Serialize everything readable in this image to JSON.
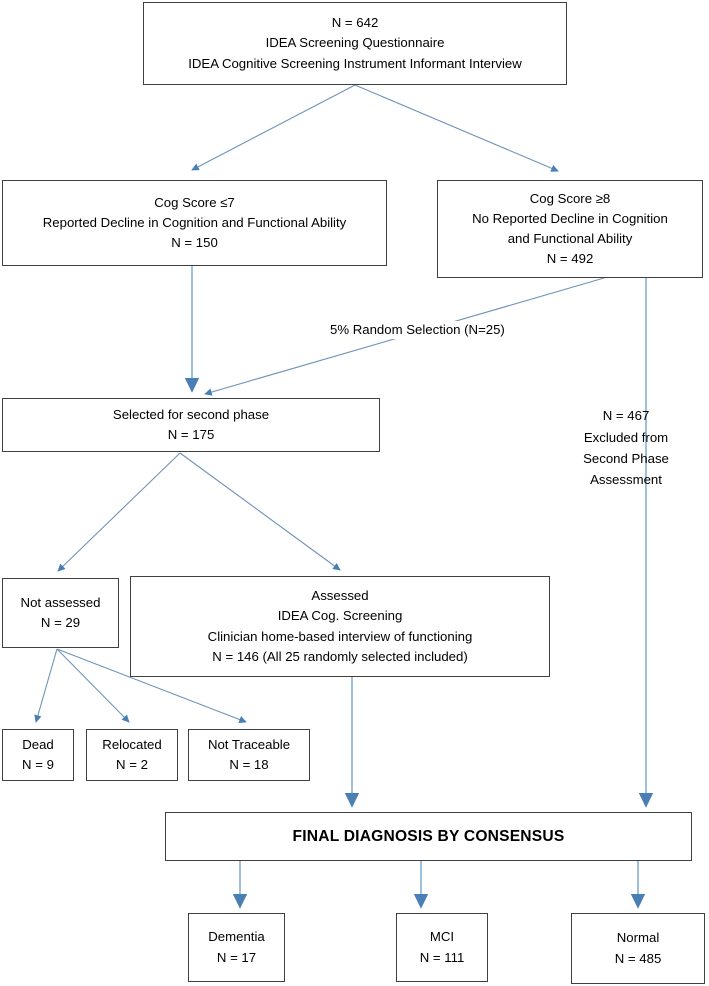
{
  "diagram": {
    "title": "IDEA two-phase dementia screening flow",
    "arrow_color": "#5b8fc7",
    "box_border_color": "#404040",
    "nodes": {
      "top": {
        "lines": [
          "N = 642",
          "IDEA Screening Questionnaire",
          "IDEA Cognitive Screening Instrument Informant Interview"
        ]
      },
      "cog_low": {
        "lines": [
          "Cog Score ≤7",
          "Reported Decline in Cognition and Functional Ability",
          "N = 150"
        ]
      },
      "cog_high": {
        "lines": [
          "Cog Score ≥8",
          "No Reported Decline in Cognition",
          "and Functional Ability",
          "N = 492"
        ]
      },
      "selected": {
        "lines": [
          "Selected for second phase",
          "N = 175"
        ]
      },
      "excluded": {
        "lines": [
          "N = 467",
          "Excluded from",
          "Second Phase",
          "Assessment"
        ]
      },
      "not_assessed": {
        "lines": [
          "Not assessed",
          "N = 29"
        ]
      },
      "assessed": {
        "lines": [
          "Assessed",
          "IDEA Cog. Screening",
          "Clinician home-based interview of functioning",
          "N = 146 (All 25 randomly selected included)"
        ]
      },
      "dead": {
        "lines": [
          "Dead",
          "N = 9"
        ]
      },
      "relocated": {
        "lines": [
          "Relocated",
          "N = 2"
        ]
      },
      "not_traceable": {
        "lines": [
          "Not Traceable",
          "N = 18"
        ]
      },
      "final": {
        "lines": [
          "FINAL DIAGNOSIS BY CONSENSUS"
        ]
      },
      "dementia": {
        "lines": [
          "Dementia",
          "N = 17"
        ]
      },
      "mci": {
        "lines": [
          "MCI",
          "N = 111"
        ]
      },
      "normal": {
        "lines": [
          "Normal",
          "N = 485"
        ]
      }
    },
    "edge_labels": {
      "random_selection": "5% Random Selection (N=25)"
    }
  },
  "chart_data": {
    "type": "diagram",
    "title": "IDEA two-phase dementia screening flow",
    "nodes": [
      {
        "id": "top",
        "label": "N = 642 / IDEA Screening Questionnaire / IDEA Cognitive Screening Instrument Informant Interview",
        "n": 642
      },
      {
        "id": "cog_low",
        "label": "Cog Score ≤7 / Reported Decline in Cognition and Functional Ability",
        "n": 150
      },
      {
        "id": "cog_high",
        "label": "Cog Score ≥8 / No Reported Decline in Cognition and Functional Ability",
        "n": 492
      },
      {
        "id": "selected",
        "label": "Selected for second phase",
        "n": 175
      },
      {
        "id": "excluded",
        "label": "Excluded from Second Phase Assessment",
        "n": 467
      },
      {
        "id": "not_assessed",
        "label": "Not assessed",
        "n": 29
      },
      {
        "id": "assessed",
        "label": "Assessed: IDEA Cog. Screening, Clinician home-based interview of functioning",
        "n": 146
      },
      {
        "id": "dead",
        "label": "Dead",
        "n": 9
      },
      {
        "id": "relocated",
        "label": "Relocated",
        "n": 2
      },
      {
        "id": "not_traceable",
        "label": "Not Traceable",
        "n": 18
      },
      {
        "id": "final",
        "label": "FINAL DIAGNOSIS BY CONSENSUS",
        "n": null
      },
      {
        "id": "dementia",
        "label": "Dementia",
        "n": 17
      },
      {
        "id": "mci",
        "label": "MCI",
        "n": 111
      },
      {
        "id": "normal",
        "label": "Normal",
        "n": 485
      }
    ],
    "edges": [
      {
        "from": "top",
        "to": "cog_low",
        "label": ""
      },
      {
        "from": "top",
        "to": "cog_high",
        "label": ""
      },
      {
        "from": "cog_low",
        "to": "selected",
        "label": ""
      },
      {
        "from": "cog_high",
        "to": "selected",
        "label": "5% Random Selection (N=25)"
      },
      {
        "from": "cog_high",
        "to": "final",
        "label": ""
      },
      {
        "from": "selected",
        "to": "not_assessed",
        "label": ""
      },
      {
        "from": "selected",
        "to": "assessed",
        "label": ""
      },
      {
        "from": "not_assessed",
        "to": "dead",
        "label": ""
      },
      {
        "from": "not_assessed",
        "to": "relocated",
        "label": ""
      },
      {
        "from": "not_assessed",
        "to": "not_traceable",
        "label": ""
      },
      {
        "from": "assessed",
        "to": "final",
        "label": ""
      },
      {
        "from": "final",
        "to": "dementia",
        "label": ""
      },
      {
        "from": "final",
        "to": "mci",
        "label": ""
      },
      {
        "from": "final",
        "to": "normal",
        "label": ""
      }
    ]
  }
}
